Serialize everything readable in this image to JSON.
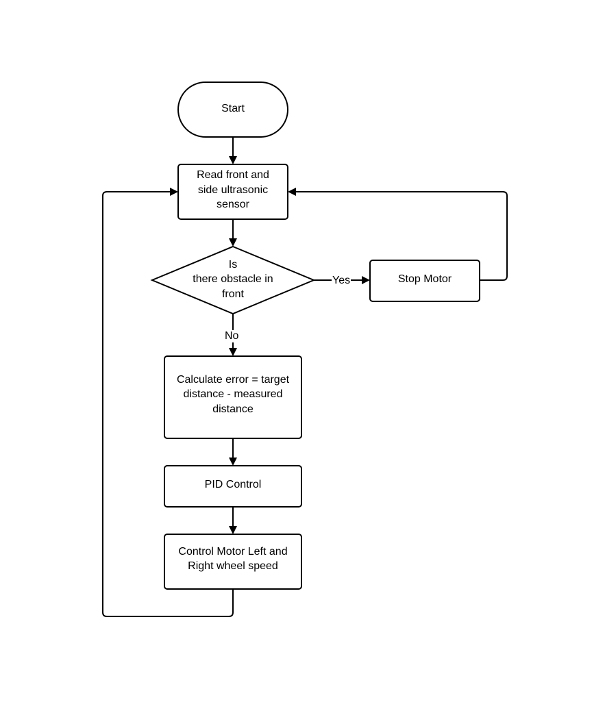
{
  "nodes": {
    "start": {
      "label": "Start"
    },
    "read_sensor": {
      "label": "Read front and\nside ultrasonic\nsensor"
    },
    "obstacle_check": {
      "label": "Is\nthere obstacle in\nfront"
    },
    "stop_motor": {
      "label": "Stop Motor"
    },
    "calculate_error": {
      "label": "Calculate error = target\ndistance - measured\ndistance"
    },
    "pid_control": {
      "label": "PID Control"
    },
    "control_motor": {
      "label": "Control Motor Left and\nRight wheel speed"
    }
  },
  "edges": {
    "yes_label": "Yes",
    "no_label": "No"
  }
}
